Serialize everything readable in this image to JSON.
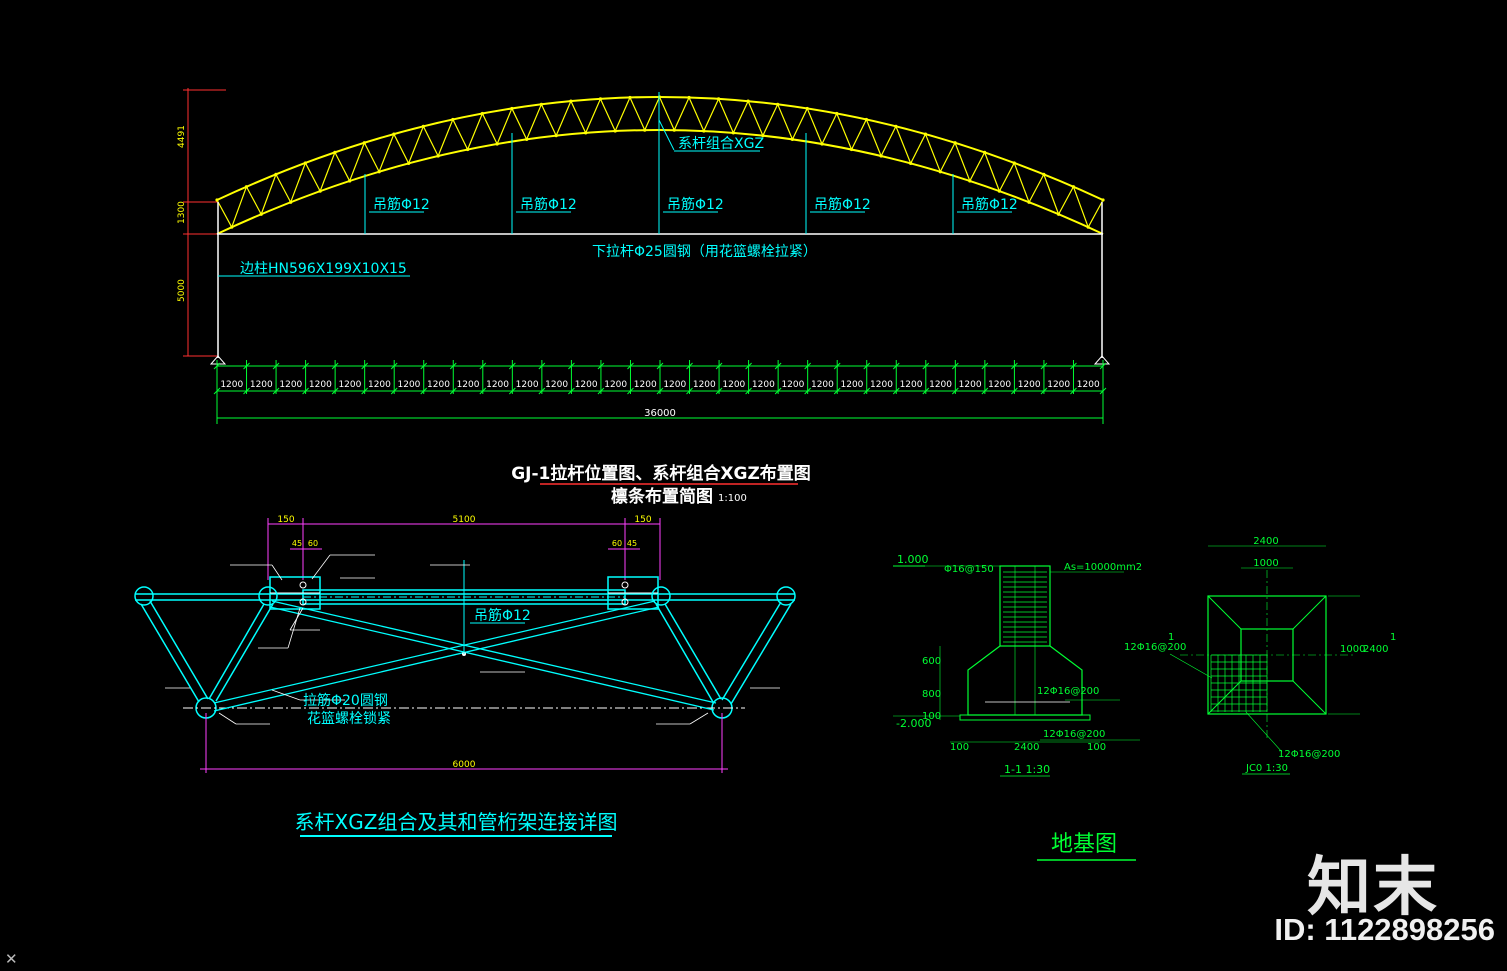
{
  "top_elevation": {
    "tie_rod_label": "系杆组合XGZ",
    "hanger_label": "吊筋Φ12",
    "bottom_chord_label": "下拉杆Φ25圆钢（用花篮螺栓拉紧）",
    "column_label": "边柱HN596X199X10X15",
    "dim_height_top": "4491",
    "dim_height_truss": "1300",
    "dim_height_column": "5000",
    "bay_label": "1200",
    "end_bay_label": "1200",
    "total_span_label": "36000",
    "title_line1": "GJ-1拉杆位置图、系杆组合XGZ布置图",
    "title_line2": "檩条布置简图",
    "title_scale": "1:100"
  },
  "tie_detail": {
    "dim_left": "150",
    "dim_mid": "5100",
    "dim_right": "150",
    "dim_small_left_a": "45",
    "dim_small_left_b": "60",
    "dim_small_right_a": "60",
    "dim_small_right_b": "45",
    "hanger_label": "吊筋Φ12",
    "brace_label_1": "拉筋Φ20圆钢",
    "brace_label_2": "花篮螺栓锁紧",
    "bottom_dim": "6000",
    "title": "系杆XGZ组合及其和管桁架连接详图"
  },
  "foundation": {
    "level_top": "1.000",
    "rebar_top": "Φ16@150",
    "area_note": "As=10000mm2",
    "dim_600": "600",
    "dim_800": "800",
    "dim_100a": "100",
    "level_bottom": "-2.000",
    "rebar_mid": "12Φ16@200",
    "rebar_bot": "12Φ16@200",
    "dim_100b": "100",
    "dim_2400": "2400",
    "dim_100c": "100",
    "section_label": "1-1  1:30",
    "plan_dim_top": "2400",
    "plan_dim_inner": "1000",
    "plan_rebar_left": "12Φ16@200",
    "plan_dim_right": "1000",
    "plan_dim_right2": "2400",
    "plan_mark_1a": "1",
    "plan_mark_1b": "1",
    "plan_rebar_bottom": "12Φ16@200",
    "plan_label": "JC0  1:30",
    "title": "地基图"
  },
  "watermark": {
    "brand": "知末",
    "id_text": "ID: 1122898256"
  },
  "colors": {
    "truss": "#ffff00",
    "cyan": "#00ffff",
    "green": "#00ff33",
    "red": "#ff3030",
    "white": "#ffffff",
    "magenta": "#ff40ff"
  }
}
